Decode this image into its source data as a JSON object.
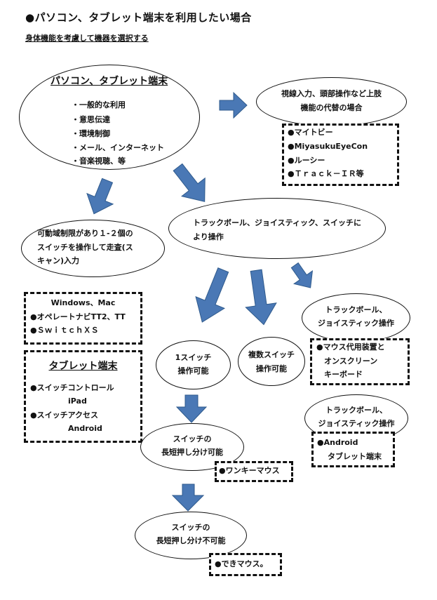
{
  "page": {
    "title": "●パソコン、タブレット端末を利用したい場合",
    "subtitle": "身体機能を考慮して機器を選択する"
  },
  "main_node": {
    "title": "パソコン、タブレット端末",
    "items": [
      "・一般的な利用",
      "・意思伝達",
      "・環境制御",
      "・メール、インターネット",
      "・音楽視聴、等"
    ]
  },
  "eye_node": {
    "lines": [
      "視線入力、頭部操作など上肢",
      "機能の代替の場合"
    ]
  },
  "eye_box": {
    "items": [
      "●マイトビー",
      "●MiyasukuEyeCon",
      "●ルーシー",
      "●Ｔｒａｃｋ－ＩＲ等"
    ]
  },
  "scan_node": {
    "lines": [
      "可動域制限があり１-２個の",
      "スイッチを操作して走査(ス",
      "キャン)入力"
    ]
  },
  "device_node": {
    "lines": [
      "トラックボール、ジョイスティック、スイッチに",
      "より操作"
    ]
  },
  "windows_box": {
    "lines": [
      "Windows、Mac",
      "●オペレートナビTT2、TT",
      "●ＳｗｉｔｃｈＸＳ"
    ]
  },
  "tablet_box": {
    "title": "タブレット端末",
    "lines": [
      "●スイッチコントロール",
      "iPad",
      "●スイッチアクセス",
      "Android"
    ]
  },
  "one_switch_node": {
    "lines": [
      "1スイッチ",
      "操作可能"
    ]
  },
  "multi_switch_node": {
    "lines": [
      "複数スイッチ",
      "操作可能"
    ]
  },
  "trackball_node_1": {
    "lines": [
      "トラックボール、",
      "ジョイスティック操作"
    ]
  },
  "mouse_box": {
    "lines": [
      "●マウス代用装置と",
      "オンスクリーン",
      "キーボード"
    ]
  },
  "trackball_node_2": {
    "lines": [
      "トラックボール、",
      "ジョイスティック操作"
    ]
  },
  "android_box": {
    "lines": [
      "●Android",
      "タブレット端末"
    ]
  },
  "long_press_node": {
    "lines": [
      "スイッチの",
      "長短押し分け可能"
    ]
  },
  "wanki_box": {
    "label": "●ワンキーマウス"
  },
  "no_long_press_node": {
    "lines": [
      "スイッチの",
      "長短押し分け不可能"
    ]
  },
  "dekiru_box": {
    "label": "●できマウス。"
  },
  "colors": {
    "arrow_fill": "#4a78b5",
    "arrow_stroke": "#2f5a8c",
    "border": "#111111"
  }
}
